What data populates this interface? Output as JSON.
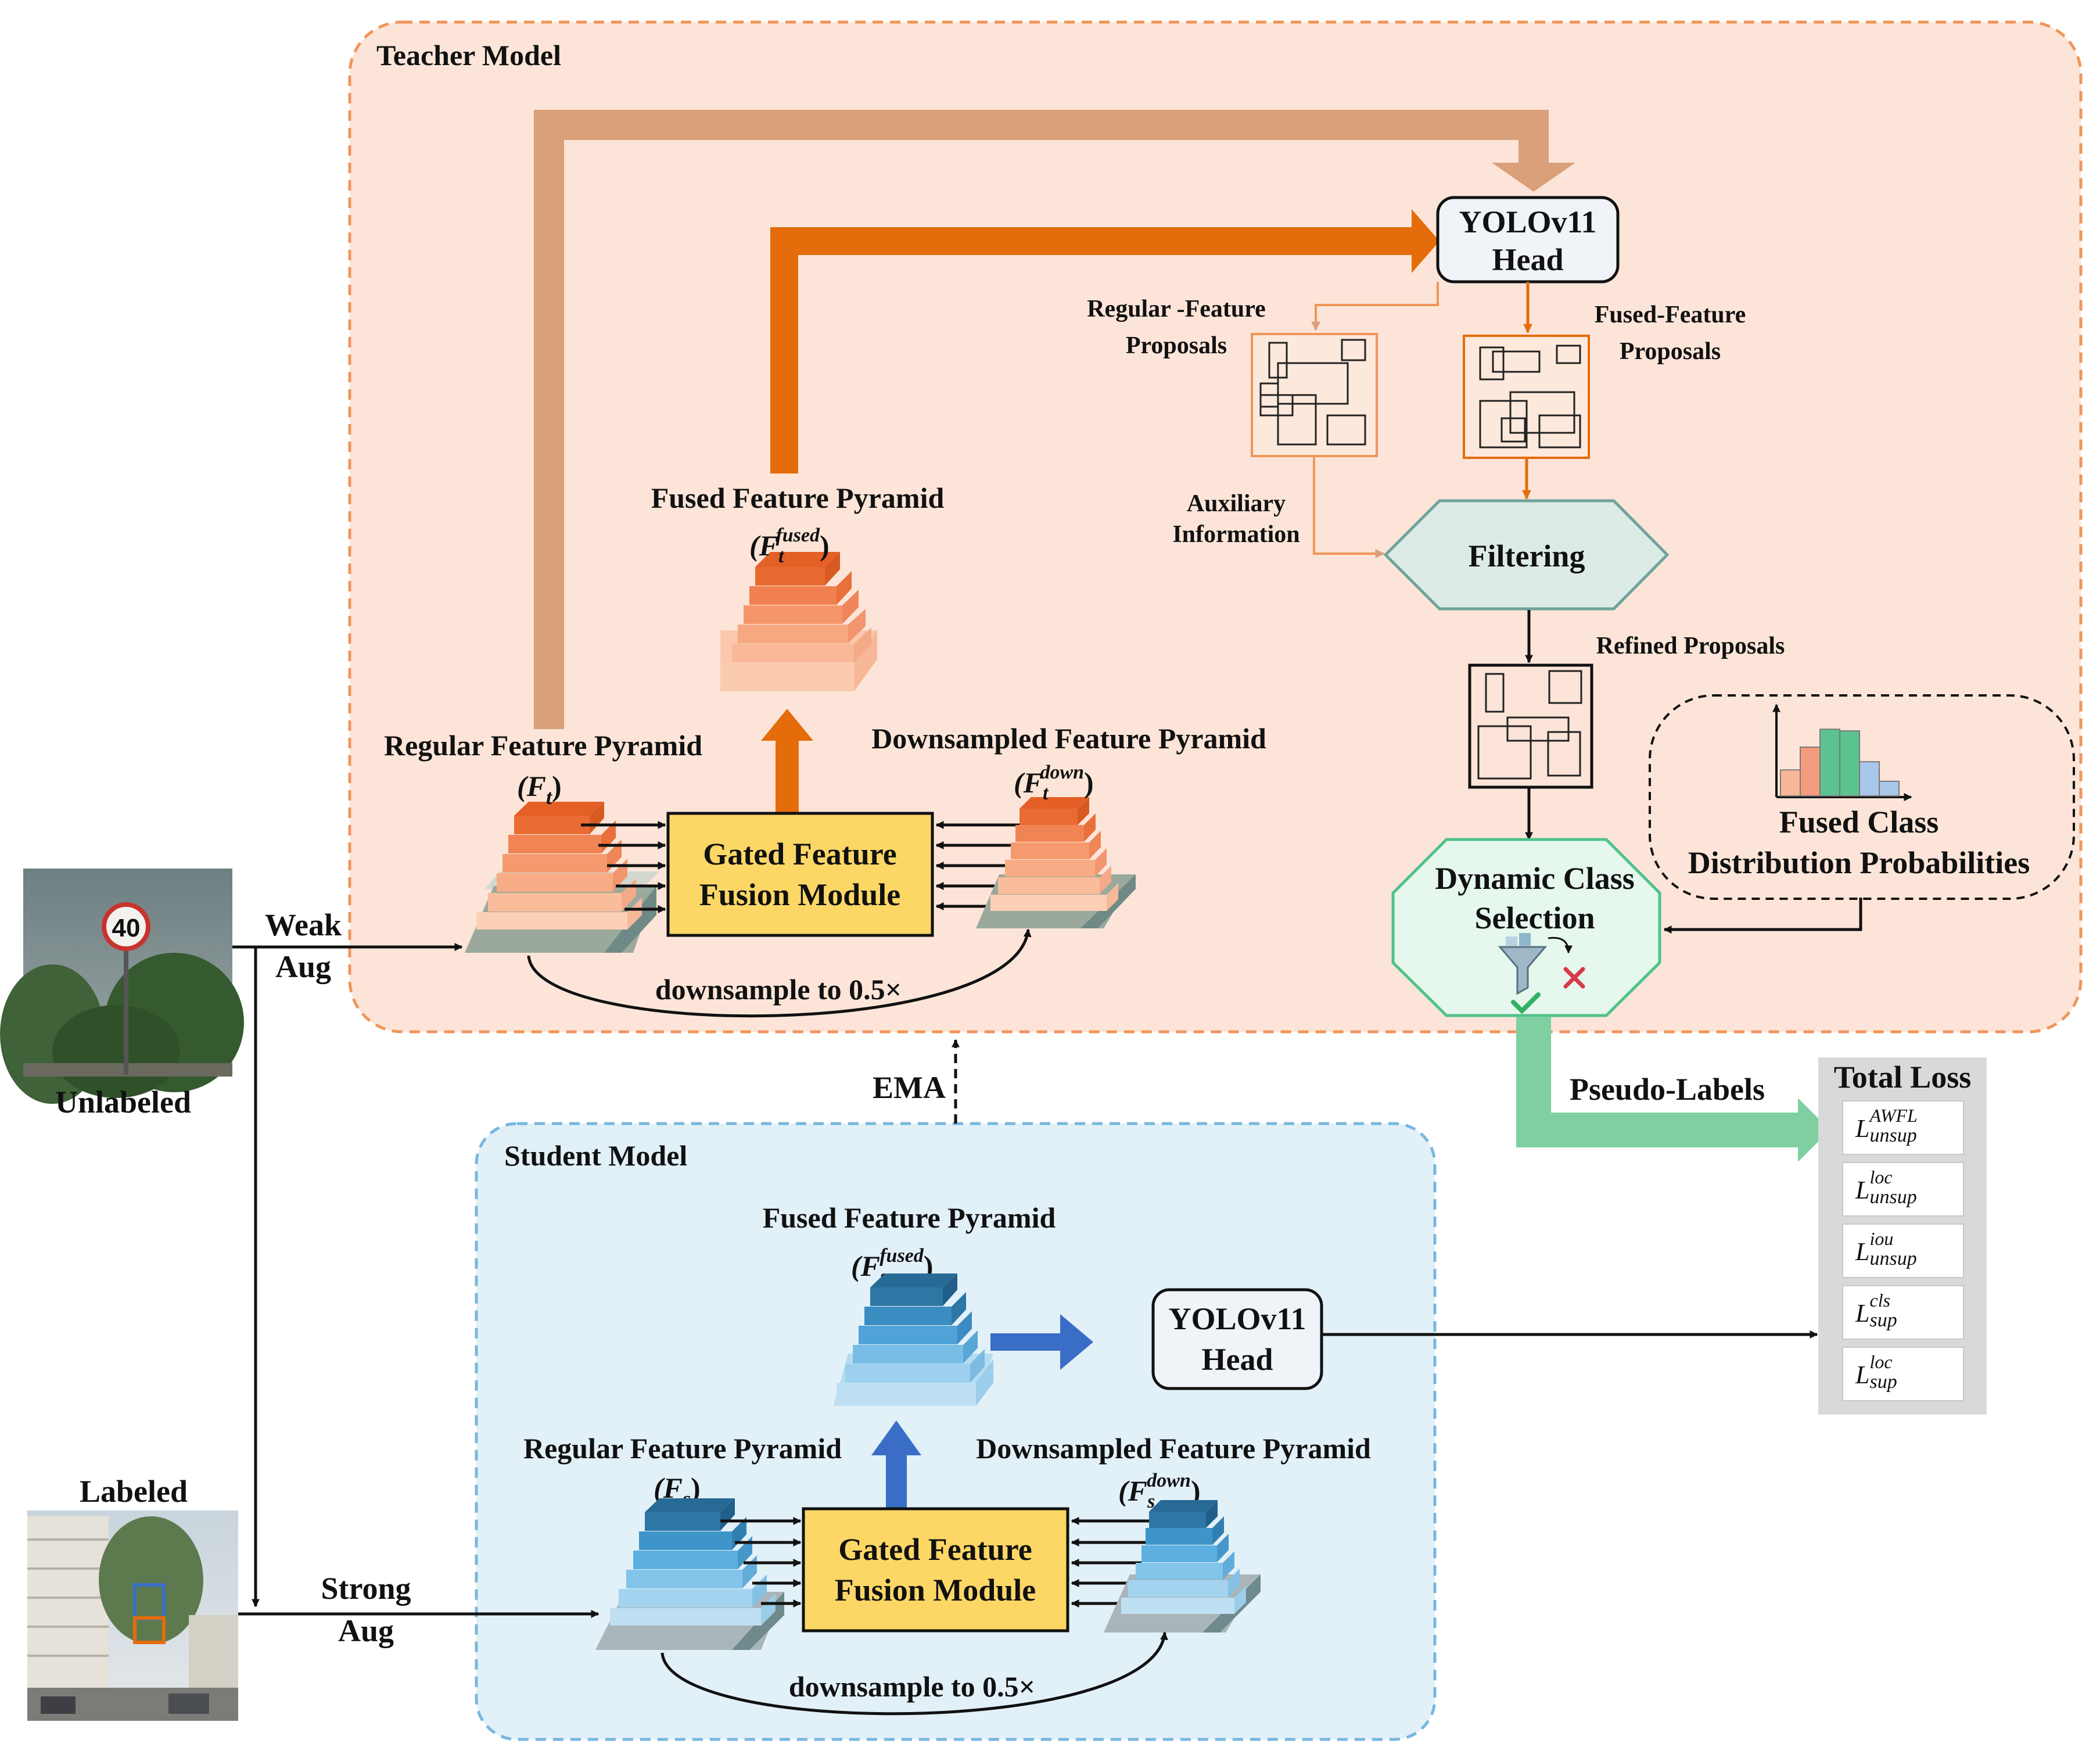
{
  "colors": {
    "teacher_bg": "#fce5d8",
    "teacher_border": "#f0955a",
    "student_bg": "#e2f0f8",
    "student_border": "#76b7dd",
    "gated_fill": "#fdd766",
    "orange_arrow": "#e46c0a",
    "tan_arrow": "#d9a07a",
    "blue_arrow": "#3a6ec6",
    "green_arrow": "#7fcfa1",
    "filter_fill": "#dcebe6",
    "dcs_fill": "#e6f7ee",
    "dcs_border": "#4fc28a",
    "loss_bg": "#d9d9d9"
  },
  "teacher": {
    "title": "Teacher Model",
    "fused_pyramid": {
      "label": "Fused Feature Pyramid",
      "sym": "(F",
      "sub": "t",
      "sup": "fused",
      "close": ")"
    },
    "regular_pyramid": {
      "label": "Regular Feature Pyramid",
      "sym": "(F",
      "sub": "t",
      "close": ")"
    },
    "down_pyramid": {
      "label": "Downsampled Feature Pyramid",
      "sym": "(F",
      "sub": "t",
      "sup": "down",
      "close": ")"
    },
    "gated": {
      "line1": "Gated Feature",
      "line2": "Fusion Module"
    },
    "downsample": "downsample to 0.5×",
    "head": {
      "line1": "YOLOv11",
      "line2": "Head"
    },
    "regular_proposals": {
      "line1": "Regular -Feature",
      "line2": "Proposals"
    },
    "fused_proposals": {
      "line1": "Fused-Feature",
      "line2": "Proposals"
    },
    "aux": {
      "line1": "Auxiliary",
      "line2": "Information"
    },
    "filtering": "Filtering",
    "refined": "Refined Proposals",
    "fused_class": {
      "line1": "Fused Class",
      "line2": "Distribution Probabilities"
    },
    "dcs": {
      "line1": "Dynamic Class",
      "line2": "Selection"
    }
  },
  "student": {
    "title": "Student Model",
    "fused_pyramid": {
      "label": "Fused Feature Pyramid",
      "sym": "(F",
      "sub": "s",
      "sup": "fused",
      "close": ")"
    },
    "regular_pyramid": {
      "label": "Regular Feature Pyramid",
      "sym": "(F",
      "sub": "s",
      "close": ")"
    },
    "down_pyramid": {
      "label": "Downsampled Feature Pyramid",
      "sym": "(F",
      "sub": "s",
      "sup": "down",
      "close": ")"
    },
    "gated": {
      "line1": "Gated Feature",
      "line2": "Fusion Module"
    },
    "downsample": "downsample to 0.5×",
    "head": {
      "line1": "YOLOv11",
      "line2": "Head"
    }
  },
  "inputs": {
    "unlabeled": "Unlabeled",
    "labeled": "Labeled",
    "weak_aug": {
      "line1": "Weak",
      "line2": "Aug"
    },
    "strong_aug": {
      "line1": "Strong",
      "line2": "Aug"
    },
    "speed_sign": "40"
  },
  "ema": "EMA",
  "pseudo_labels": "Pseudo-Labels",
  "total_loss": {
    "title": "Total Loss",
    "items": [
      {
        "base": "L",
        "sup": "AWFL",
        "sub": "unsup"
      },
      {
        "base": "L",
        "sup": "loc",
        "sub": "unsup"
      },
      {
        "base": "L",
        "sup": "iou",
        "sub": "unsup"
      },
      {
        "base": "L",
        "sup": "cls",
        "sub": "sup"
      },
      {
        "base": "L",
        "sup": "loc",
        "sub": "sup"
      }
    ]
  },
  "histogram": {
    "values": [
      0.32,
      0.6,
      0.82,
      0.8,
      0.42,
      0.18
    ],
    "colors": [
      "#f7b899",
      "#f39b7c",
      "#5cc28f",
      "#5cc28f",
      "#a9c7ea",
      "#a9c7ea"
    ]
  }
}
